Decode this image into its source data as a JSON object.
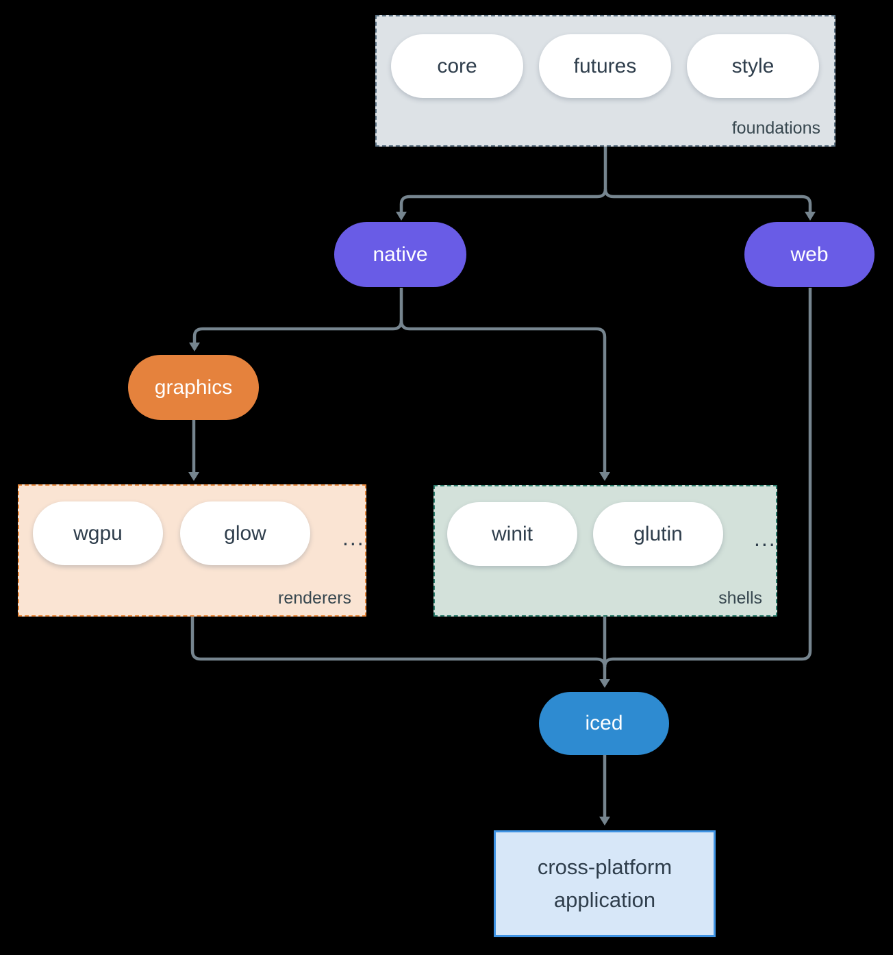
{
  "colors": {
    "background": "#000000",
    "connector": "#76858f",
    "node_purple": "#695ce6",
    "node_orange": "#e5823d",
    "node_blue": "#2e8bd1",
    "foundations_fill": "#dde2e6",
    "foundations_border": "#5d7384",
    "renderers_fill": "#fae4d3",
    "renderers_border": "#e98a3e",
    "shells_fill": "#d3e1da",
    "shells_border": "#2f7e6e",
    "application_fill": "#d7e7f8",
    "application_border": "#4094e4",
    "pill_fill": "#ffffff",
    "text_dark": "#2f3e4c",
    "text_light": "#ffffff"
  },
  "diagram": {
    "foundations": {
      "group_label": "foundations",
      "pills": [
        "core",
        "futures",
        "style"
      ]
    },
    "native": {
      "label": "native"
    },
    "web": {
      "label": "web"
    },
    "graphics": {
      "label": "graphics"
    },
    "renderers": {
      "group_label": "renderers",
      "pills": [
        "wgpu",
        "glow"
      ],
      "ellipsis": "..."
    },
    "shells": {
      "group_label": "shells",
      "pills": [
        "winit",
        "glutin"
      ],
      "ellipsis": "..."
    },
    "iced": {
      "label": "iced"
    },
    "application": {
      "line1": "cross-platform",
      "line2": "application"
    }
  }
}
